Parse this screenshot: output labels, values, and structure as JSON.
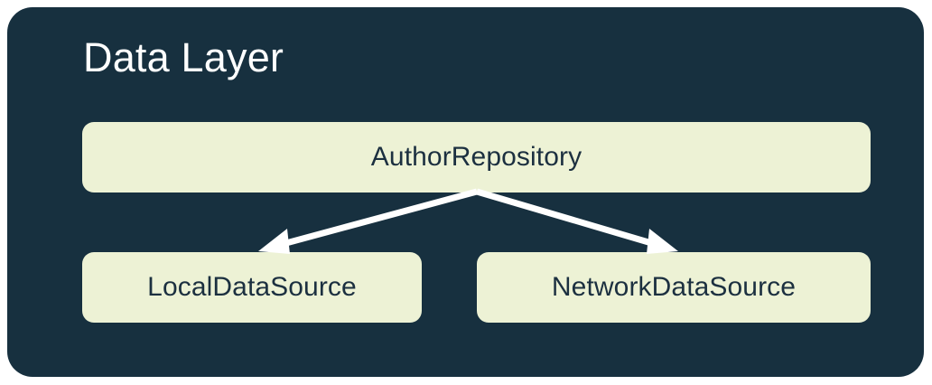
{
  "diagram": {
    "title": "Data Layer",
    "panel_color": "#17303f",
    "node_fill_color": "#edf2d5",
    "node_text_color": "#1c3040",
    "title_color": "#ffffff",
    "arrow_color": "#ffffff",
    "nodes": [
      {
        "id": "repository",
        "label": "AuthorRepository",
        "role": "repository"
      },
      {
        "id": "local",
        "label": "LocalDataSource",
        "role": "data-source"
      },
      {
        "id": "network",
        "label": "NetworkDataSource",
        "role": "data-source"
      }
    ],
    "edges": [
      {
        "from": "repository",
        "to": "local",
        "style": "solid-arrow"
      },
      {
        "from": "repository",
        "to": "network",
        "style": "solid-arrow"
      }
    ]
  }
}
